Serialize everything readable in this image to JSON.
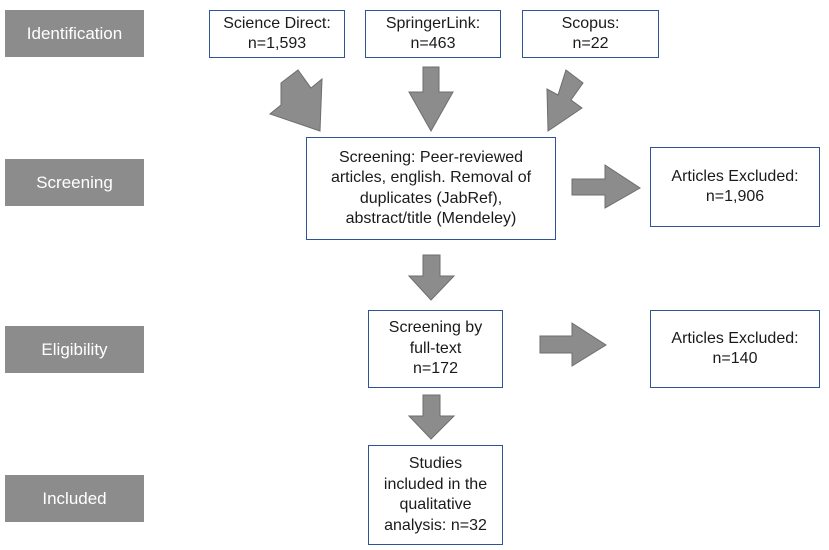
{
  "colors": {
    "stage_fill": "#8c8c8c",
    "box_border": "#2f5496",
    "arrow_fill": "#8c8c8c",
    "arrow_stroke": "#6e6e6e"
  },
  "stages": {
    "identification": "Identification",
    "screening": "Screening",
    "eligibility": "Eligibility",
    "included": "Included"
  },
  "sources": {
    "science_direct": {
      "name": "Science Direct:",
      "count": "n=1,593"
    },
    "springerlink": {
      "name": "SpringerLink:",
      "count": "n=463"
    },
    "scopus": {
      "name": "Scopus:",
      "count": "n=22"
    }
  },
  "screening": {
    "lines": [
      "Screening: Peer-reviewed",
      "articles, english. Removal of",
      "duplicates (JabRef),",
      "abstract/title (Mendeley)"
    ]
  },
  "excluded_screening": {
    "label": "Articles Excluded:",
    "count": "n=1,906"
  },
  "fulltext": {
    "lines": [
      "Screening by",
      "full-text",
      "n=172"
    ]
  },
  "excluded_fulltext": {
    "label": "Articles Excluded:",
    "count": "n=140"
  },
  "included": {
    "lines": [
      "Studies",
      "included in the",
      "qualitative",
      "analysis: n=32"
    ]
  }
}
